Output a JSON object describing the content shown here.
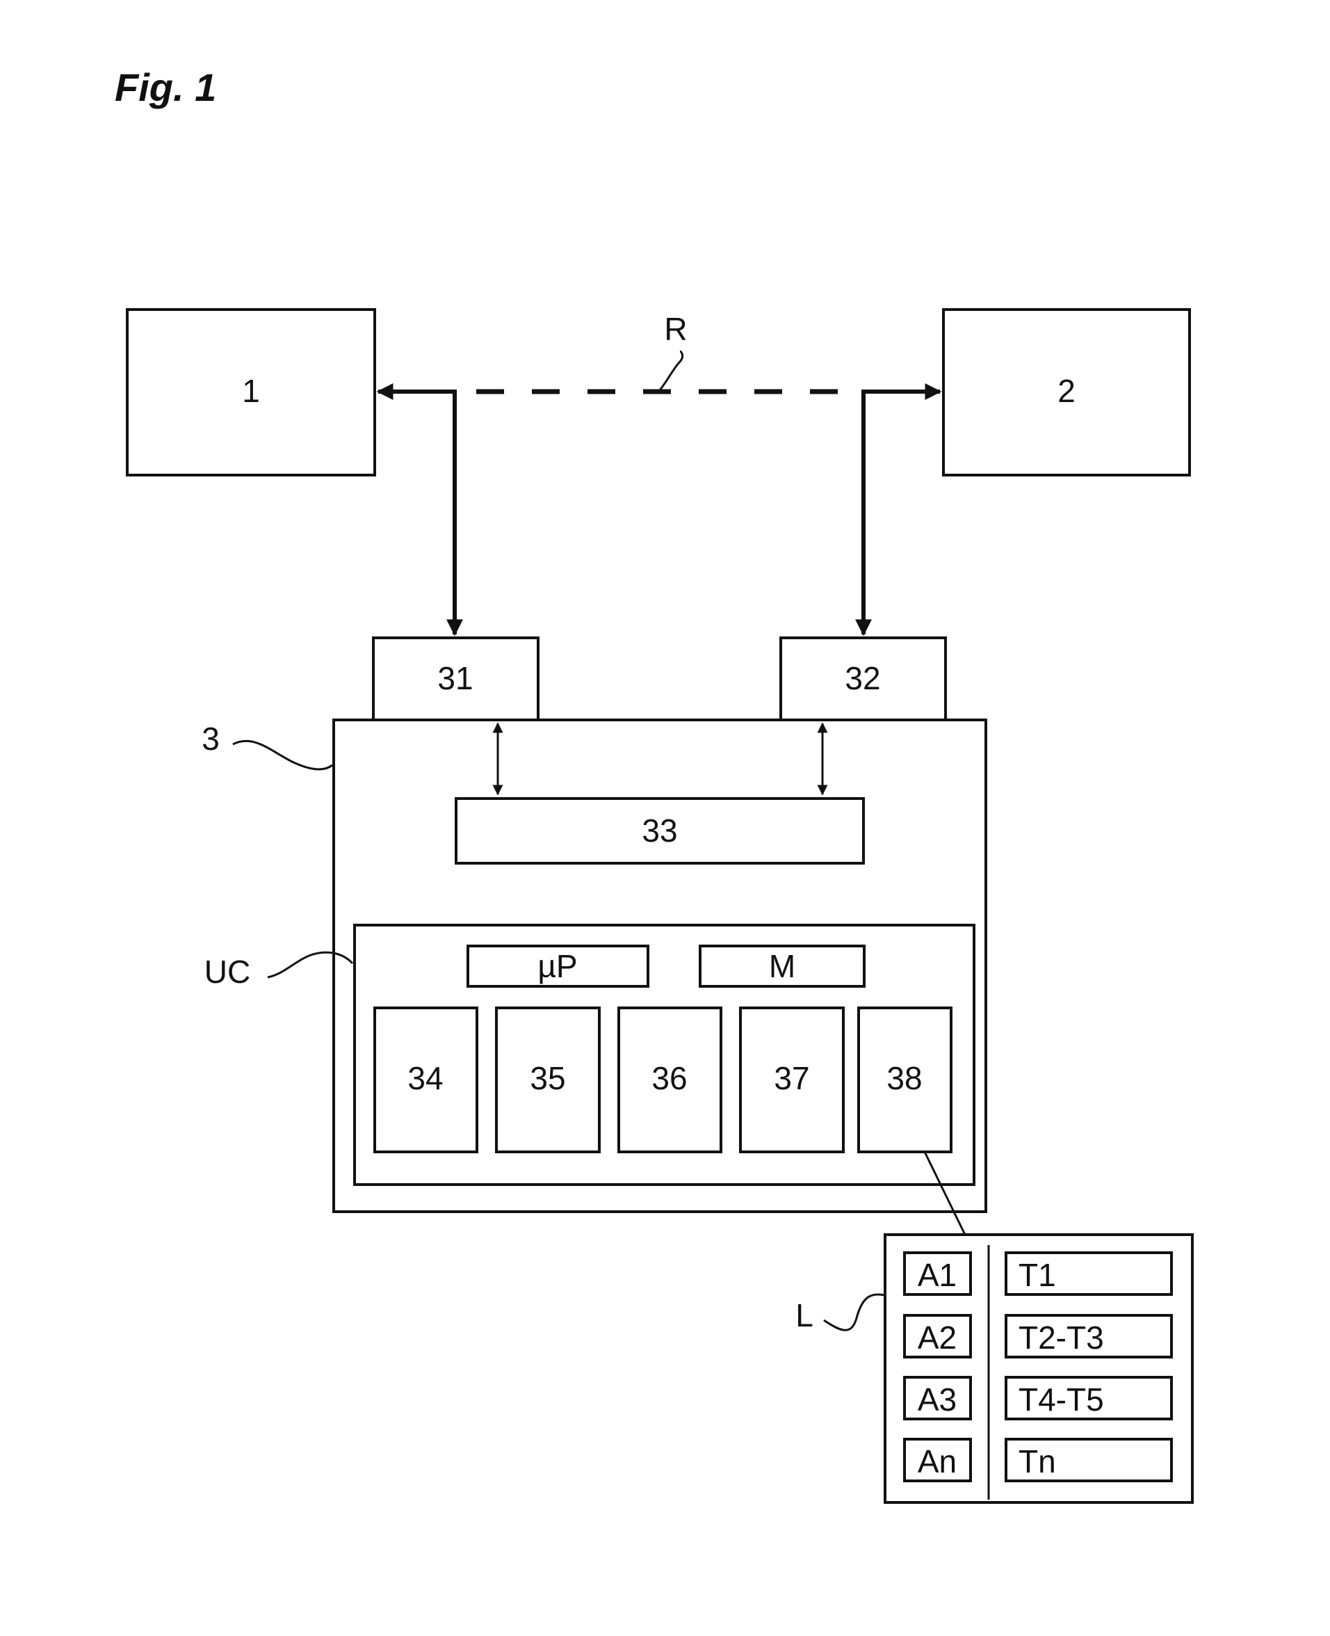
{
  "figure_title": "Fig. 1",
  "blocks": {
    "device_1": "1",
    "device_2": "2",
    "port_31": "31",
    "port_32": "32",
    "unit_33": "33",
    "processor": "µP",
    "memory": "M",
    "module_34": "34",
    "module_35": "35",
    "module_36": "36",
    "module_37": "37",
    "module_38": "38"
  },
  "callouts": {
    "link_R": "R",
    "system_3": "3",
    "control_unit": "UC",
    "list_L": "L"
  },
  "list_table": {
    "rows": [
      {
        "a": "A1",
        "t": "T1"
      },
      {
        "a": "A2",
        "t": "T2-T3"
      },
      {
        "a": "A3",
        "t": "T4-T5"
      },
      {
        "a": "An",
        "t": "Tn"
      }
    ]
  }
}
